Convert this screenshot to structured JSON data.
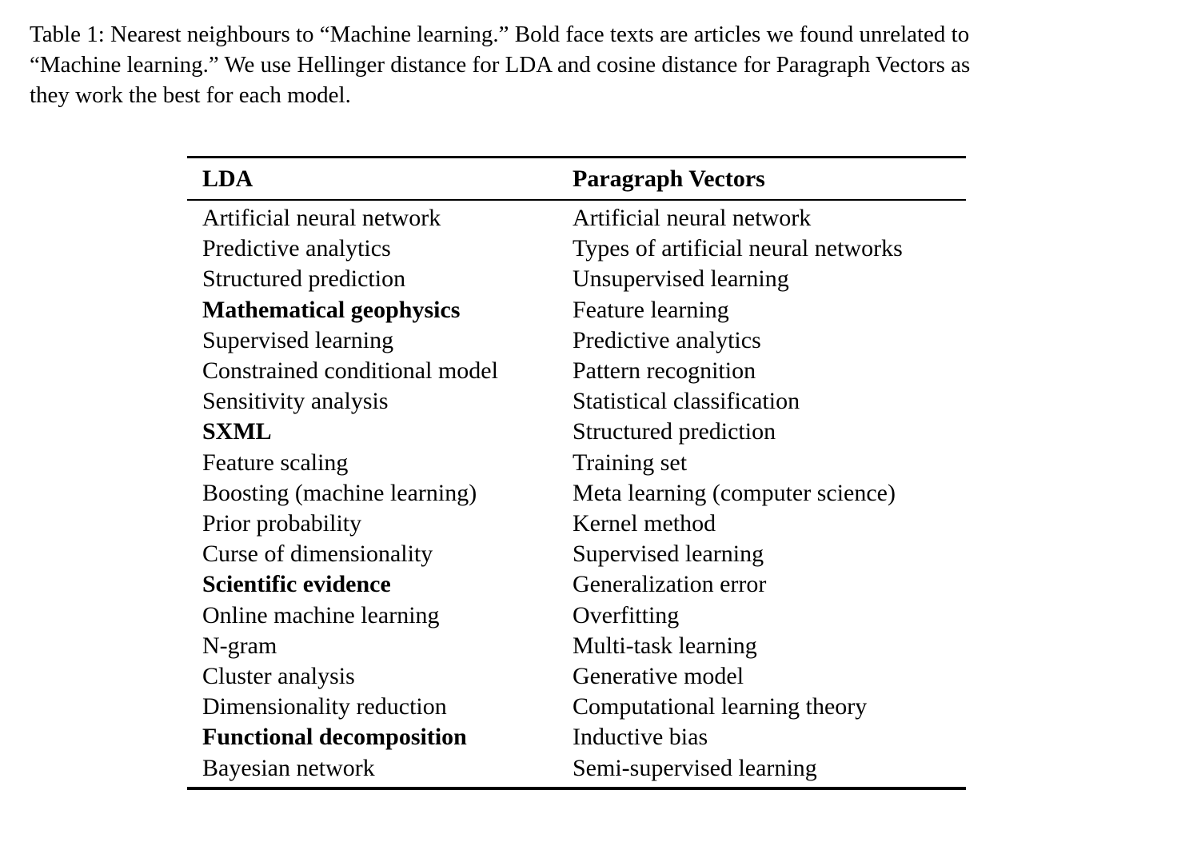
{
  "caption": {
    "lines": [
      "Table 1: Nearest neighbours to “Machine learning.” Bold face texts are articles we found unrelated to",
      "“Machine learning.” We use Hellinger distance for LDA and cosine distance for Paragraph Vectors as",
      "they work the best for each model."
    ]
  },
  "table": {
    "columns": [
      {
        "header": "LDA",
        "rows": [
          {
            "text": "Artificial neural network",
            "bold": false
          },
          {
            "text": "Predictive analytics",
            "bold": false
          },
          {
            "text": "Structured prediction",
            "bold": false
          },
          {
            "text": "Mathematical geophysics",
            "bold": true
          },
          {
            "text": "Supervised learning",
            "bold": false
          },
          {
            "text": "Constrained conditional model",
            "bold": false
          },
          {
            "text": "Sensitivity analysis",
            "bold": false
          },
          {
            "text": "SXML",
            "bold": true
          },
          {
            "text": "Feature scaling",
            "bold": false
          },
          {
            "text": "Boosting (machine learning)",
            "bold": false
          },
          {
            "text": "Prior probability",
            "bold": false
          },
          {
            "text": "Curse of dimensionality",
            "bold": false
          },
          {
            "text": "Scientific evidence",
            "bold": true
          },
          {
            "text": "Online machine learning",
            "bold": false
          },
          {
            "text": "N-gram",
            "bold": false
          },
          {
            "text": "Cluster analysis",
            "bold": false
          },
          {
            "text": "Dimensionality reduction",
            "bold": false
          },
          {
            "text": "Functional decomposition",
            "bold": true
          },
          {
            "text": "Bayesian network",
            "bold": false
          }
        ]
      },
      {
        "header": "Paragraph Vectors",
        "rows": [
          {
            "text": "Artificial neural network",
            "bold": false
          },
          {
            "text": "Types of artificial neural networks",
            "bold": false
          },
          {
            "text": "Unsupervised learning",
            "bold": false
          },
          {
            "text": "Feature learning",
            "bold": false
          },
          {
            "text": "Predictive analytics",
            "bold": false
          },
          {
            "text": "Pattern recognition",
            "bold": false
          },
          {
            "text": "Statistical classification",
            "bold": false
          },
          {
            "text": "Structured prediction",
            "bold": false
          },
          {
            "text": "Training set",
            "bold": false
          },
          {
            "text": "Meta learning (computer science)",
            "bold": false
          },
          {
            "text": "Kernel method",
            "bold": false
          },
          {
            "text": "Supervised learning",
            "bold": false
          },
          {
            "text": "Generalization error",
            "bold": false
          },
          {
            "text": "Overfitting",
            "bold": false
          },
          {
            "text": "Multi-task learning",
            "bold": false
          },
          {
            "text": "Generative model",
            "bold": false
          },
          {
            "text": "Computational learning theory",
            "bold": false
          },
          {
            "text": "Inductive bias",
            "bold": false
          },
          {
            "text": "Semi-supervised learning",
            "bold": false
          }
        ]
      }
    ]
  },
  "colors": {
    "text": "#000000",
    "background": "#ffffff",
    "rule": "#000000"
  }
}
